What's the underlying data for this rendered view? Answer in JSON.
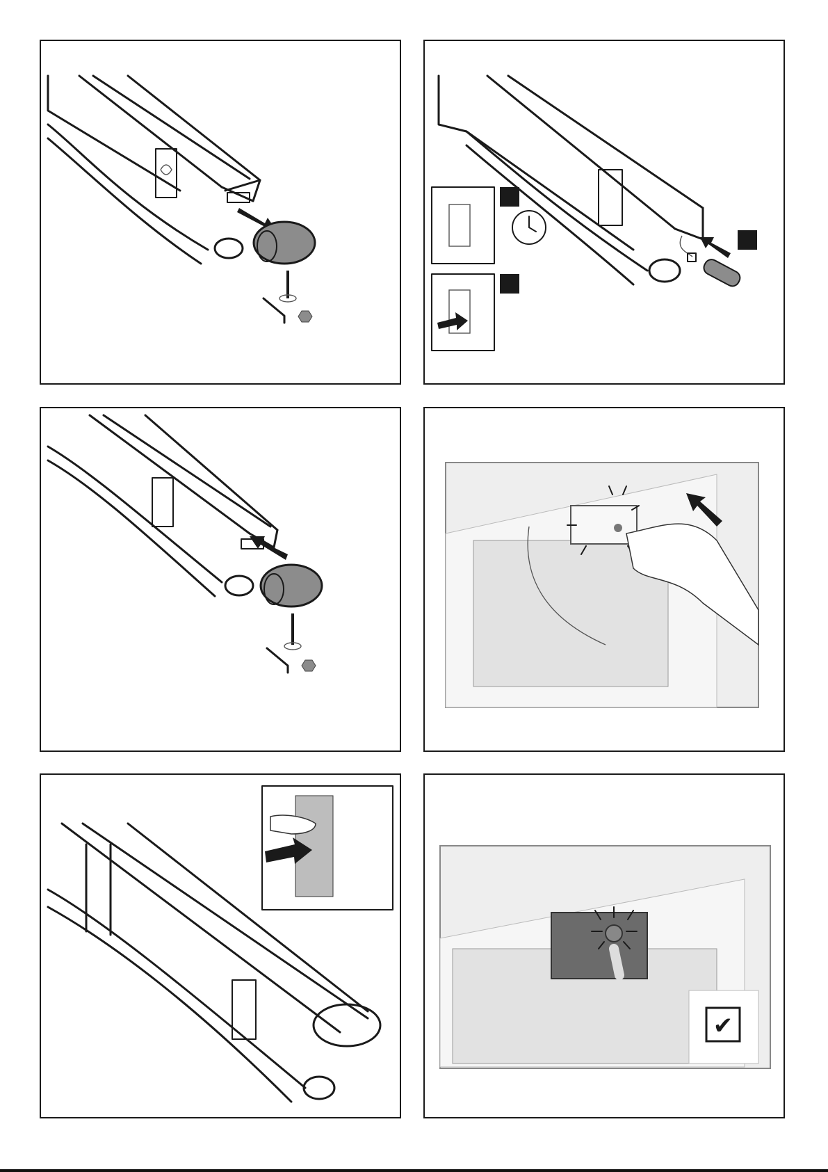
{
  "panels": [
    {
      "id": "remove-end-cap",
      "step_markers": []
    },
    {
      "id": "battery-replacement",
      "step_markers": [
        "",
        "",
        ""
      ]
    },
    {
      "id": "attach-end-cap",
      "step_markers": []
    },
    {
      "id": "sensor-press",
      "step_markers": []
    },
    {
      "id": "sensor-activate",
      "step_markers": []
    },
    {
      "id": "sensor-confirm",
      "step_markers": []
    }
  ],
  "confirm_mark": "✔",
  "colors": {
    "outline": "#1a1a1a",
    "cap_fill": "#8c8c8c",
    "module_dark": "#6b6b6b",
    "photo_bg": "#eeeeee"
  }
}
